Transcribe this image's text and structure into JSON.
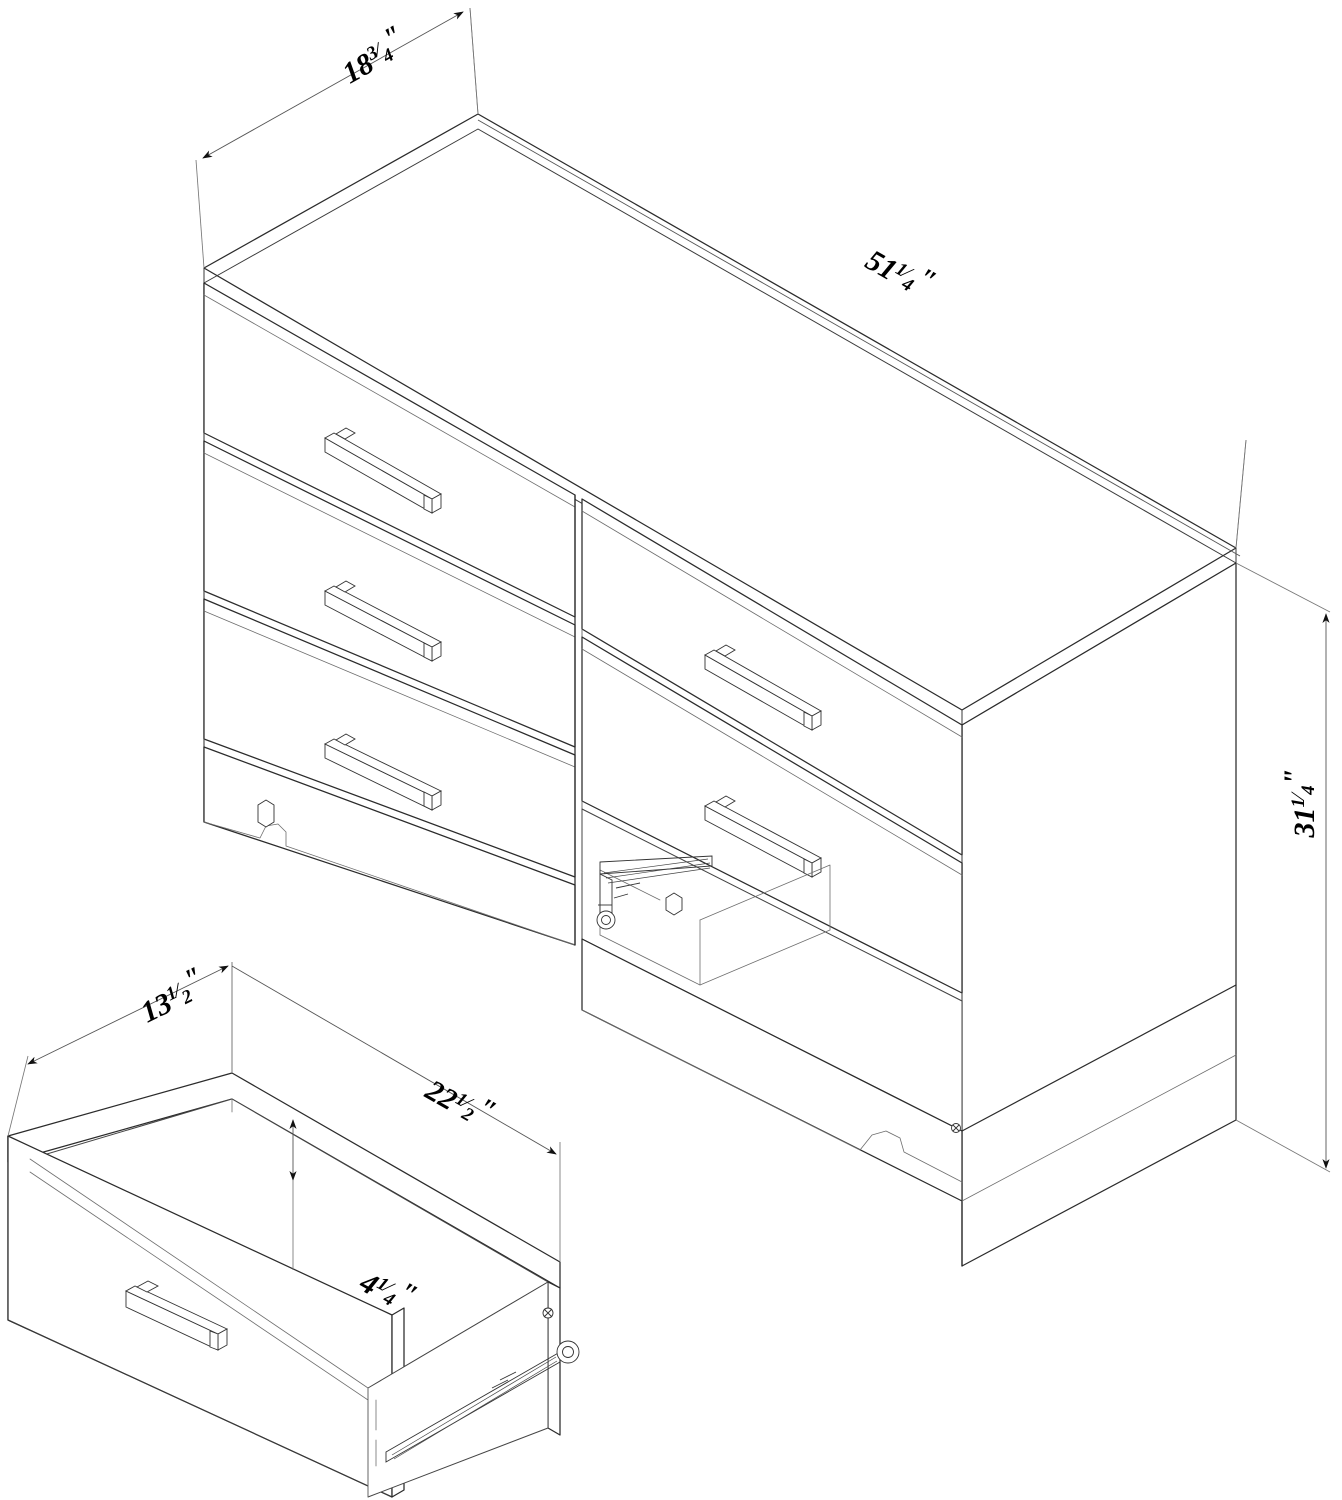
{
  "diagram": {
    "title": "6-Drawer Double Dresser Dimension Diagram",
    "subject": "dresser",
    "view": "isometric line drawing",
    "background_color": "#ffffff",
    "line_color": "#2b2b2b",
    "text_color": "#000000"
  },
  "dimensions": {
    "cabinet_depth": {
      "label": "18",
      "fraction_num": "3",
      "fraction_den": "4",
      "unit": "\"",
      "full": "18 3/4\"",
      "applies_to": "cabinet depth"
    },
    "cabinet_width": {
      "label": "51",
      "fraction_num": "1",
      "fraction_den": "4",
      "unit": "\"",
      "full": "51 1/4\"",
      "applies_to": "cabinet width"
    },
    "cabinet_height": {
      "label": "31",
      "fraction_num": "1",
      "fraction_den": "4",
      "unit": "\"",
      "full": "31 1/4\"",
      "applies_to": "cabinet height"
    },
    "drawer_depth": {
      "label": "13",
      "fraction_num": "1",
      "fraction_den": "2",
      "unit": "\"",
      "full": "13 1/2\"",
      "applies_to": "drawer interior depth"
    },
    "drawer_width": {
      "label": "22",
      "fraction_num": "1",
      "fraction_den": "2",
      "unit": "\"",
      "full": "22 1/2\"",
      "applies_to": "drawer interior width"
    },
    "drawer_height": {
      "label": "4",
      "fraction_num": "1",
      "fraction_den": "4",
      "unit": "\"",
      "full": "4 1/4\"",
      "applies_to": "drawer interior height"
    }
  },
  "cabinet": {
    "name": "dresser-cabinet",
    "drawer_columns": 2,
    "drawers_per_column": 3,
    "total_drawers": 6,
    "open_slot": "bottom-right drawer removed",
    "hardware": "bar pull handles",
    "base": "curved decorative toe cutout"
  },
  "removed_drawer": {
    "name": "removed-drawer",
    "hardware": "bar pull handle",
    "slide": "metal ball-bearing drawer slide with roller",
    "fastener": "phillips screw"
  }
}
